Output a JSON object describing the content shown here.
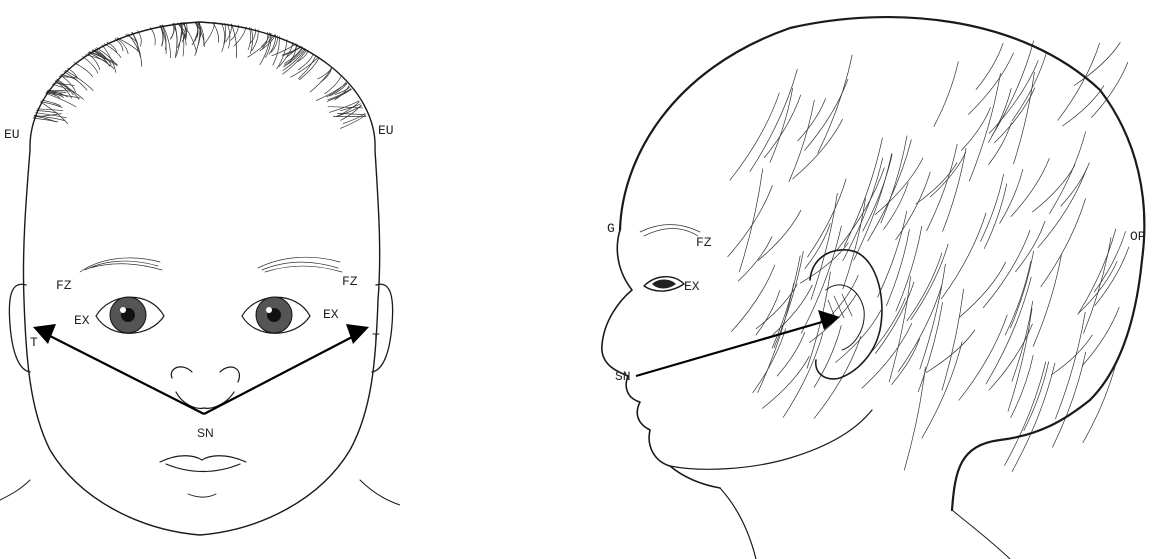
{
  "front_view": {
    "labels": {
      "eu_left": "EU",
      "eu_right": "EU",
      "fz_left": "FZ",
      "fz_right": "FZ",
      "ex_left": "EX",
      "ex_right": "EX",
      "t_left": "T",
      "t_right": "T",
      "sn": "SN"
    },
    "arrows": [
      "SN-T left",
      "SN-T right"
    ]
  },
  "profile_view": {
    "labels": {
      "g": "G",
      "fz": "FZ",
      "ex": "EX",
      "sn": "SN",
      "op": "OP"
    },
    "arrows": [
      "SN-T"
    ]
  }
}
